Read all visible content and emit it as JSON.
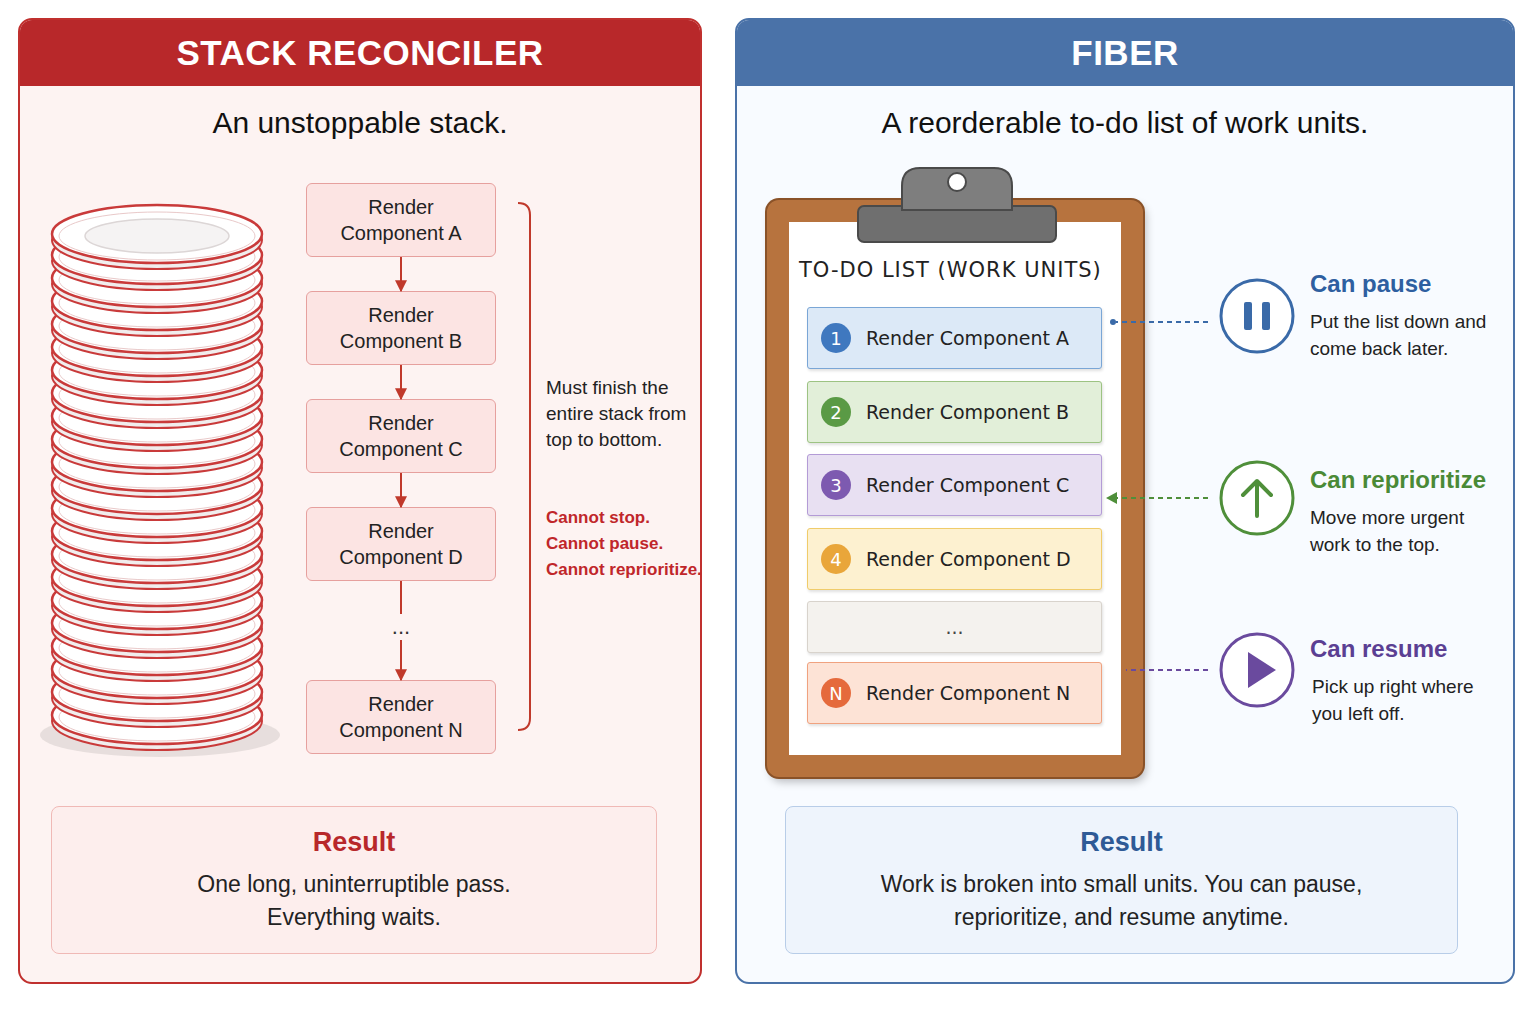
{
  "diagram": {
    "nodes": [
      {
        "text": [
          "STACK RECONCILER",
          "An unstoppable stack."
        ]
      },
      {
        "text": [
          "Render Component A"
        ],
        "in": 0
      },
      {
        "text": [
          "Render Component B"
        ],
        "in": 0
      },
      {
        "text": [
          "Render Component C"
        ],
        "in": 0
      },
      {
        "text": [
          "Render Component D"
        ],
        "in": 0
      },
      {
        "text": [
          "Render Component N"
        ],
        "in": 0
      },
      {
        "text": [
          "Result",
          "One long, uninterruptible pass. Everything waits."
        ],
        "in": 0
      },
      {
        "text": [
          "FIBER",
          "A reorderable to-do list of work units."
        ]
      },
      {
        "text": [
          "TO-DO LIST (WORK UNITS)"
        ],
        "in": 7
      },
      {
        "text": [
          "Render Component A"
        ],
        "in": 8
      },
      {
        "text": [
          "1"
        ],
        "in": 9
      },
      {
        "text": [
          "Render Component B"
        ],
        "in": 8
      },
      {
        "text": [
          "2"
        ],
        "in": 11
      },
      {
        "text": [
          "Render Component C"
        ],
        "in": 8
      },
      {
        "text": [
          "3"
        ],
        "in": 13
      },
      {
        "text": [
          "Render Component D"
        ],
        "in": 8
      },
      {
        "text": [
          "4"
        ],
        "in": 15
      },
      {
        "text": [
          "..."
        ],
        "in": 8
      },
      {
        "text": [
          "Render Component N"
        ],
        "in": 8
      },
      {
        "text": [
          "N"
        ],
        "in": 18
      },
      {
        "text": [
          "Result",
          "Work is broken into small units. You can pause, reprioritize, and resume anytime."
        ],
        "in": 7
      }
    ],
    "edges": [
      {
        "from": 1,
        "to": 2,
        "arrow": "to"
      },
      {
        "from": 2,
        "to": 3,
        "arrow": "to"
      },
      {
        "from": 3,
        "to": 4,
        "arrow": "to"
      },
      {
        "from": 4,
        "to": 5,
        "label": "...",
        "arrow": "to"
      }
    ],
    "labels": [
      "Must finish the entire stack from top to bottom.",
      "Cannot stop.",
      "Cannot pause.",
      "Cannot reprioritize.",
      "Can pause",
      "Put the list down and come back later.",
      "Can reprioritize",
      "Move more urgent work to the top.",
      "Can resume",
      "Pick up right where you left off."
    ]
  }
}
